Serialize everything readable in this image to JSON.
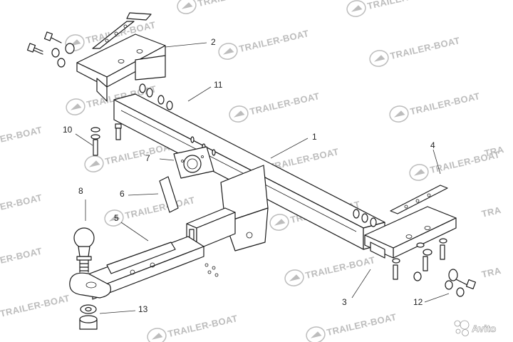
{
  "watermark": {
    "text": "TRAILER-BOAT",
    "partial_left": "ER-BOAT",
    "partial_right": "TRA",
    "icon": "boat-logo-icon",
    "color": "#bdbdbd"
  },
  "callouts": [
    "1",
    "2",
    "3",
    "4",
    "5",
    "6",
    "7",
    "8",
    "10",
    "11",
    "12",
    "13"
  ],
  "marketplace_badge": {
    "text": "Avito",
    "icon": "avito-dots-icon"
  },
  "colors": {
    "line": "#1a1a1a",
    "background": "#ffffff",
    "watermark": "#bdbdbd"
  }
}
